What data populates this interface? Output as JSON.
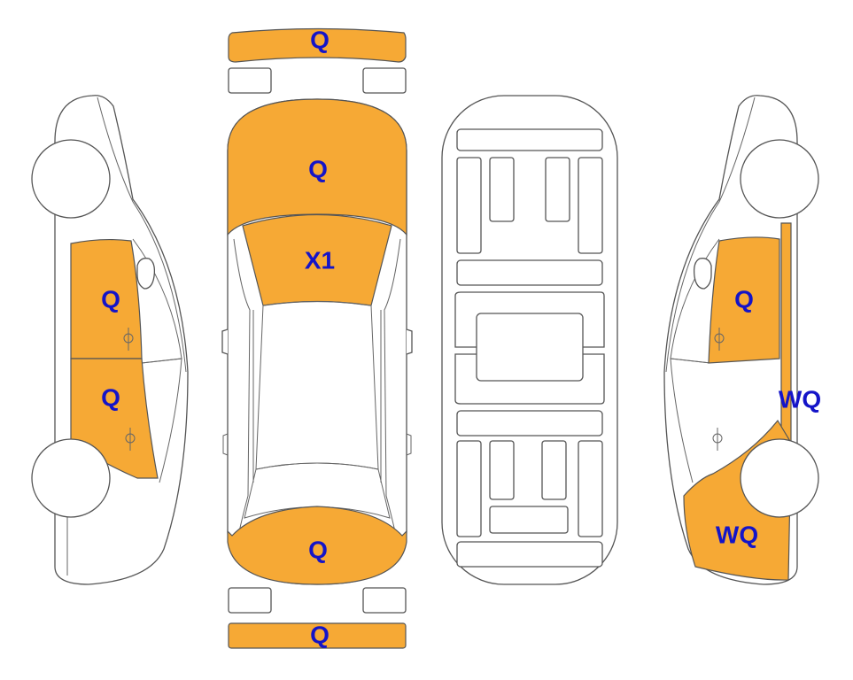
{
  "colors": {
    "damage_fill": "#F6A935",
    "label": "#1414C8"
  },
  "labels": {
    "front_bumper": "Q",
    "hood": "Q",
    "windshield": "X1",
    "trunk": "Q",
    "rear_bumper": "Q",
    "left_front_door": "Q",
    "left_rear_door": "Q",
    "right_front_door": "Q",
    "right_pillar": "WQ",
    "right_rear_quarter": "WQ"
  }
}
